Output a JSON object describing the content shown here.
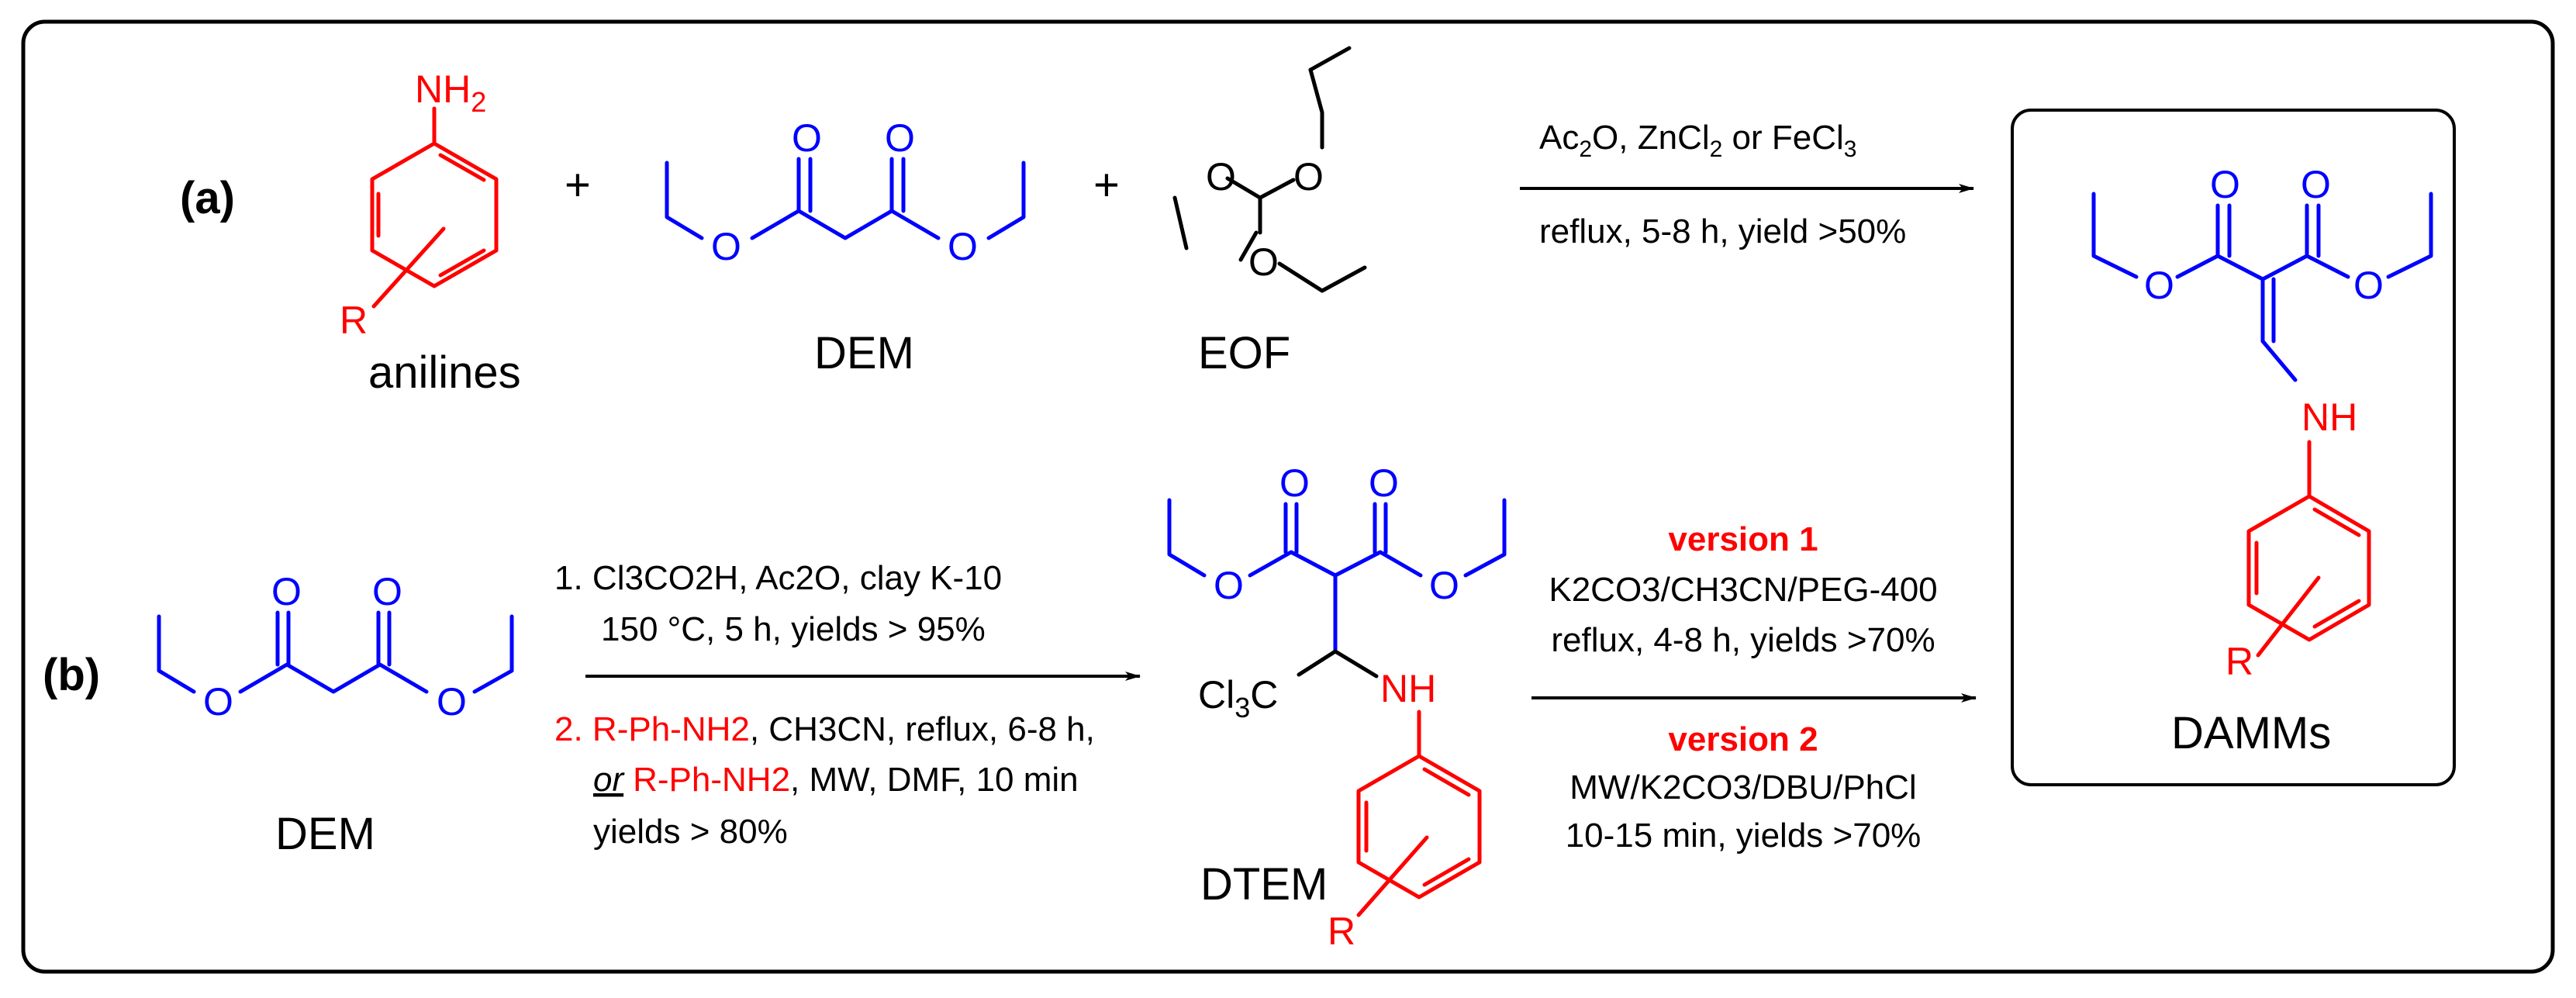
{
  "labels": {
    "a": "(a)",
    "b": "(b)",
    "plus": "+",
    "anilines": "anilines",
    "dem": "DEM",
    "eof": "EOF",
    "dtem": "DTEM",
    "damms": "DAMMs",
    "cl3c": "Cl3C",
    "nh": "NH",
    "nh2": "NH2",
    "o": "O",
    "r": "R"
  },
  "conditions_a": {
    "line1_parts": [
      "Ac",
      "2",
      "O, ZnCl",
      "2",
      " or FeCl",
      "3"
    ],
    "line2": "reflux, 5-8 h, yield >50%"
  },
  "conditions_b1": {
    "step1_line1": "1. Cl3CO2H, Ac2O, clay K-10",
    "step1_line2": "150 °C, 5 h, yields > 95%",
    "step2_line1_red": "2. R-Ph-NH2",
    "step2_line1_black": ", CH3CN, reflux, 6-8 h,",
    "step2_line2_or": "or",
    "step2_line2_red": "R-Ph-NH2",
    "step2_line2_black": ", MW, DMF, 10 min",
    "step2_line3": "yields > 80%"
  },
  "conditions_b2": {
    "version1_title": "version 1",
    "version1_line1": "K2CO3/CH3CN/PEG-400",
    "version1_line2": "reflux, 4-8 h, yields >70%",
    "version2_title": "version 2",
    "version2_line1": "MW/K2CO3/DBU/PhCl",
    "version2_line2": "10-15 min, yields >70%"
  },
  "colors": {
    "dem_fragment": "#0000ff",
    "aniline_fragment": "#ff0000",
    "reagents": "#000000",
    "version_titles": "#ff0000"
  }
}
